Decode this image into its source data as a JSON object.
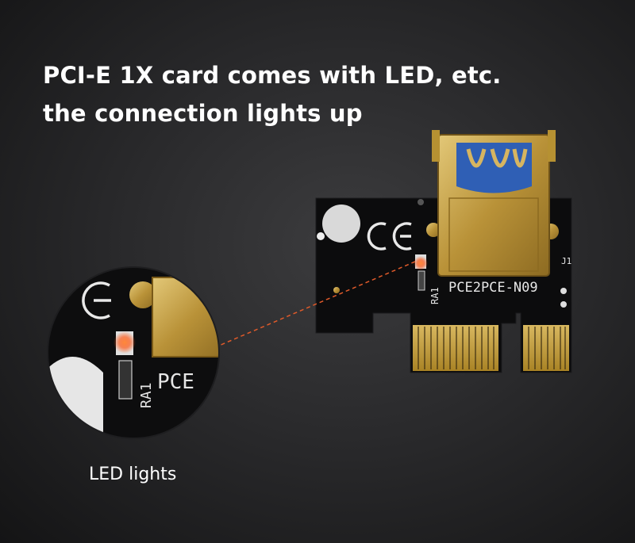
{
  "headline": {
    "line1": "PCI-E 1X card comes with LED, etc.",
    "line2": "the connection lights up"
  },
  "caption": "LED lights",
  "board": {
    "model_label": "PCE2PCE-N09",
    "connector_label": "J1",
    "resistor_label": "RA1",
    "zoom_model_label": "PCE",
    "zoom_resistor_label": "RA1"
  },
  "colors": {
    "background": "#2a2a2c",
    "pcb": "#0d0d0e",
    "gold": "#c9a448",
    "usb_blue": "#2f5fb5",
    "led_glow": "#ff6a2a",
    "callout_line": "#e05a2a"
  }
}
